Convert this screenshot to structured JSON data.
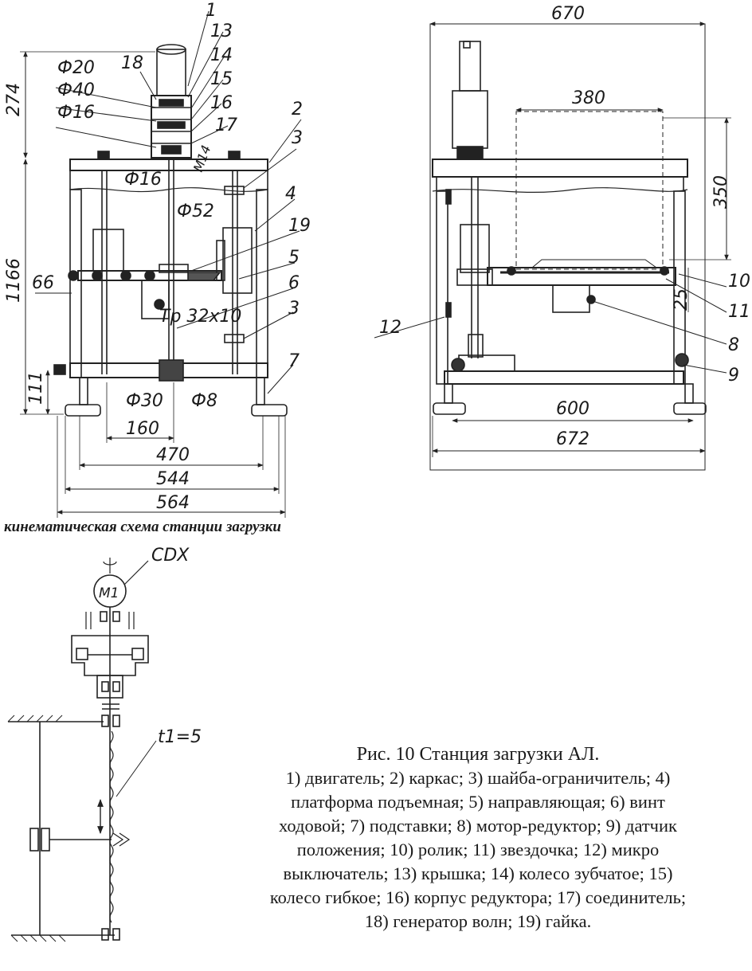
{
  "left_view": {
    "part_numbers": [
      "1",
      "13",
      "14",
      "15",
      "16",
      "17",
      "18",
      "2",
      "3",
      "4",
      "19",
      "5",
      "6",
      "3",
      "7"
    ],
    "dimensions": [
      "Ф20",
      "Ф40",
      "Ф16",
      "Ф16",
      "Ф52",
      "М14",
      "Тр 32х10",
      "Ф30",
      "Ф8",
      "274",
      "1166",
      "66",
      "111",
      "160",
      "470",
      "544",
      "564"
    ]
  },
  "right_view": {
    "part_numbers": [
      "10",
      "11",
      "8",
      "9",
      "12"
    ],
    "dimensions": [
      "670",
      "380",
      "350",
      "25",
      "600",
      "672"
    ]
  },
  "kinematic": {
    "title": "кинематическая схема станции загрузки",
    "motor_label": "М1",
    "motor_code": "CDX",
    "pitch_label": "t1=5"
  },
  "caption": {
    "title": "Рис. 10 Станция загрузки АЛ.",
    "lines": [
      "1) двигатель; 2) каркас; 3) шайба-ограничитель; 4)",
      "платформа подъемная; 5) направляющая; 6) винт",
      "ходовой; 7) подставки; 8) мотор-редуктор; 9) датчик",
      "положения; 10) ролик; 11) звездочка; 12) микро",
      "выключатель; 13) крышка; 14) колесо зубчатое; 15)",
      "колесо гибкое; 16) корпус редуктора; 17) соединитель;",
      "18) генератор волн; 19) гайка."
    ]
  }
}
